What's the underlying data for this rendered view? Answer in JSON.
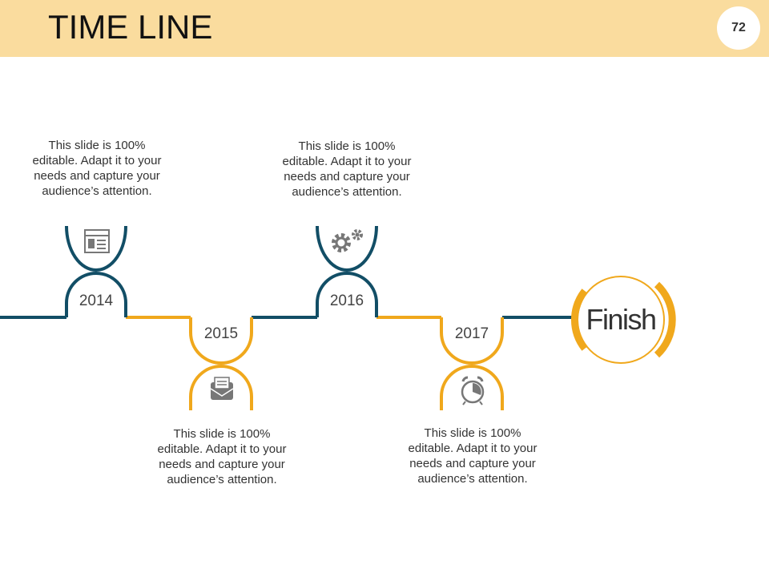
{
  "header": {
    "title": "TIME LINE",
    "page_number": "72"
  },
  "colors": {
    "teal": "#124e66",
    "gold": "#f0a81c",
    "header_bg": "#fadc9e",
    "icon_gray": "#777777"
  },
  "milestones": [
    {
      "year": "2014",
      "text": "This slide is 100% editable. Adapt it to your needs and capture your audience’s attention.",
      "icon": "browser-window-icon",
      "color": "teal"
    },
    {
      "year": "2015",
      "text": "This slide is 100% editable. Adapt it to your needs and capture your audience’s attention.",
      "icon": "envelope-letter-icon",
      "color": "gold"
    },
    {
      "year": "2016",
      "text": "This slide is 100% editable. Adapt it to your needs and capture your audience’s attention.",
      "icon": "gears-icon",
      "color": "teal"
    },
    {
      "year": "2017",
      "text": "This slide is 100% editable. Adapt it to your needs and capture your audience’s attention.",
      "icon": "alarm-clock-icon",
      "color": "gold"
    }
  ],
  "finish": {
    "label": "Finish"
  }
}
